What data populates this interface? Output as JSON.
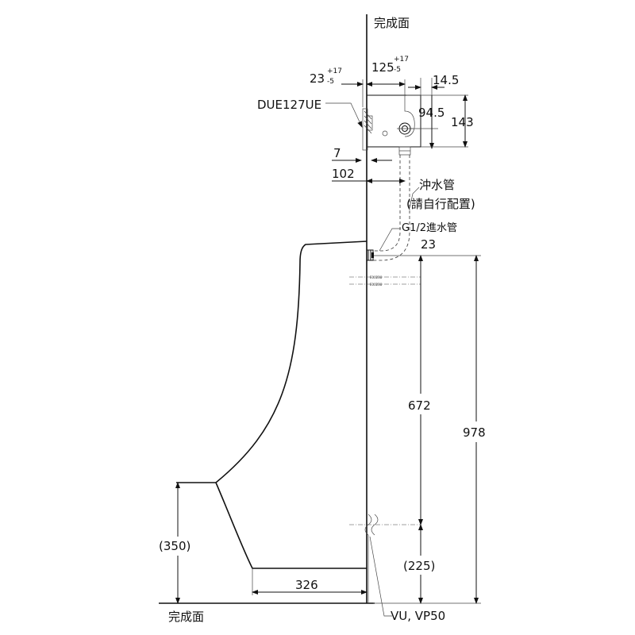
{
  "labels": {
    "finish_surface_top": "完成面",
    "finish_surface_bottom": "完成面",
    "model": "DUE127UE",
    "flush_pipe_line1": "沖水管",
    "flush_pipe_line2": "(請自行配置)",
    "inlet_pipe": "G1/2進水管",
    "drain": "VU, VP50",
    "small_mark_1": "E00238",
    "small_mark_2": "E00238"
  },
  "dimensions": {
    "d23": "23",
    "d23_tol_upper": "+17",
    "d23_tol_lower": "-5",
    "d125": "125",
    "d125_tol_upper": "+17",
    "d125_tol_lower": "-5",
    "d14_5": "14.5",
    "d94_5": "94.5",
    "d143": "143",
    "d7": "7",
    "d102": "102",
    "d23_inlet": "23",
    "d672": "672",
    "d978": "978",
    "d350": "(350)",
    "d225": "(225)",
    "d326": "326"
  }
}
